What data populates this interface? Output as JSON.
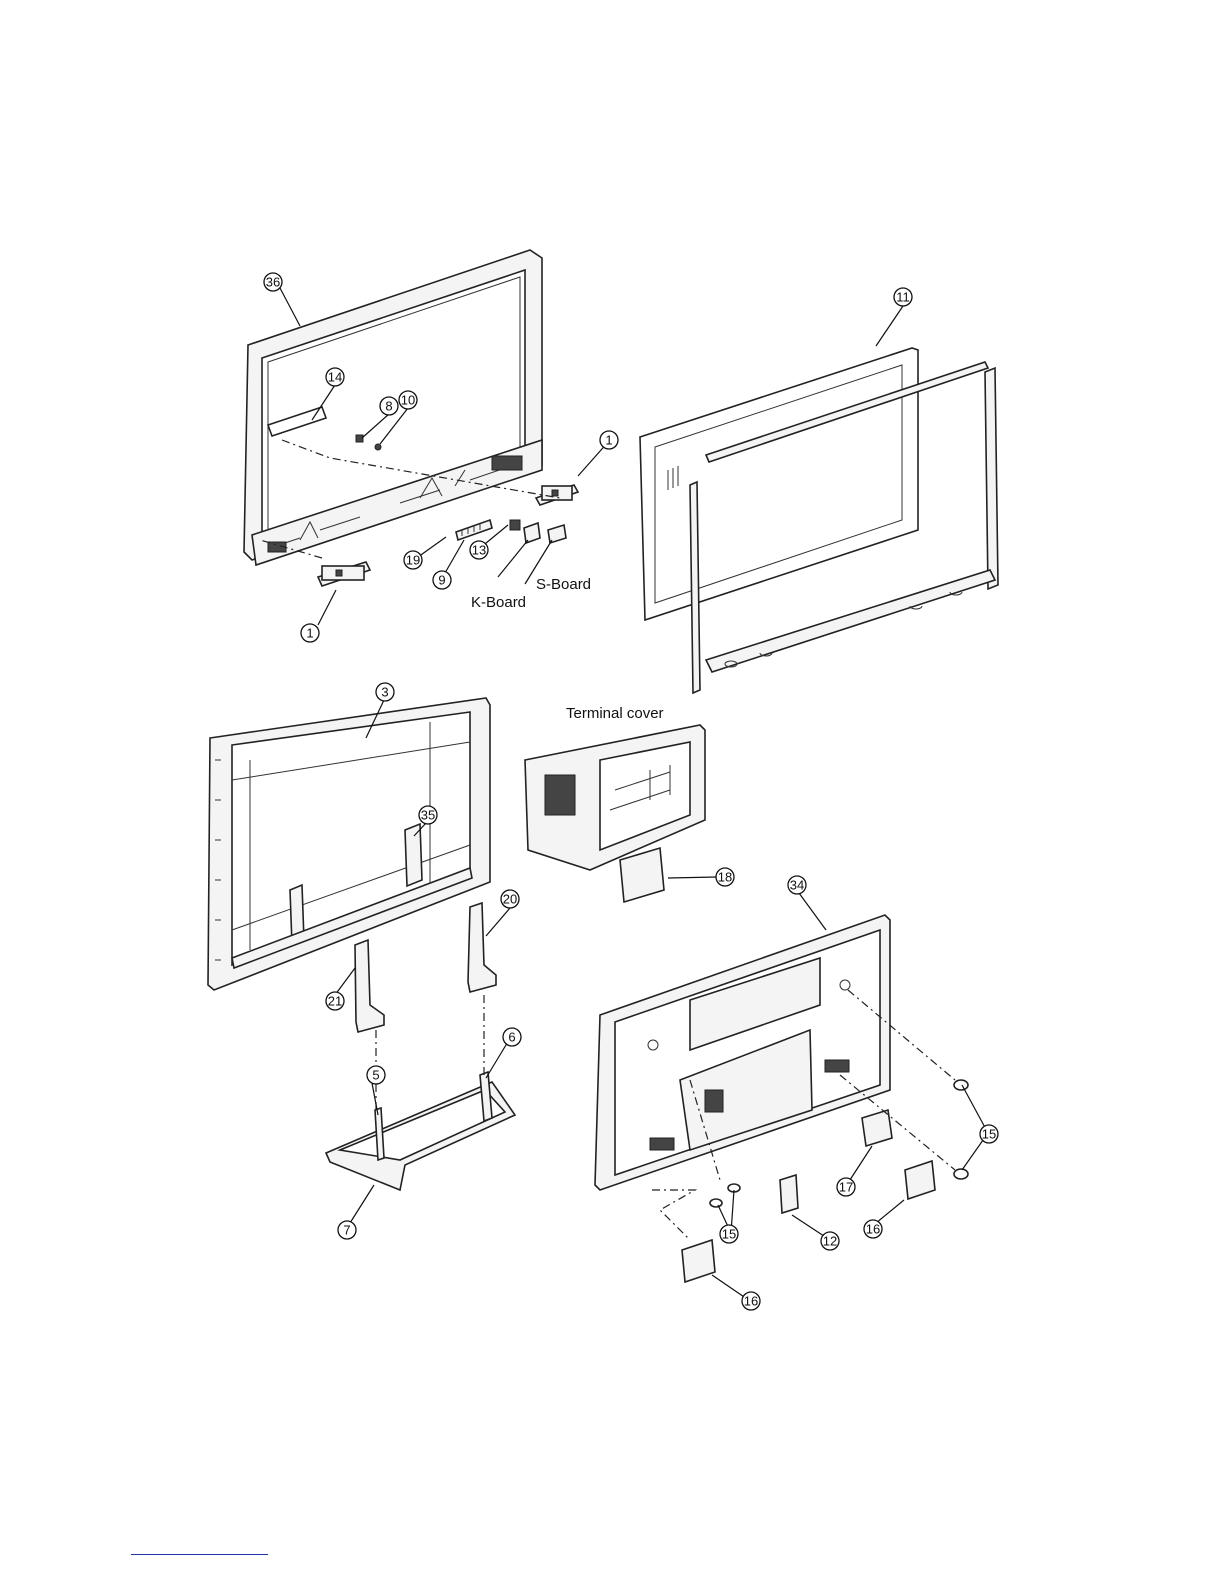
{
  "callouts": [
    {
      "id": "c36",
      "text": "36"
    },
    {
      "id": "c14",
      "text": "14"
    },
    {
      "id": "c8",
      "text": "8"
    },
    {
      "id": "c10",
      "text": "10"
    },
    {
      "id": "c1a",
      "text": "1"
    },
    {
      "id": "c1b",
      "text": "1"
    },
    {
      "id": "c19",
      "text": "19"
    },
    {
      "id": "c9",
      "text": "9"
    },
    {
      "id": "c13",
      "text": "13"
    },
    {
      "id": "c11",
      "text": "11"
    },
    {
      "id": "c3",
      "text": "3"
    },
    {
      "id": "c35",
      "text": "35"
    },
    {
      "id": "c20",
      "text": "20"
    },
    {
      "id": "c21",
      "text": "21"
    },
    {
      "id": "c18",
      "text": "18"
    },
    {
      "id": "c34",
      "text": "34"
    },
    {
      "id": "c5",
      "text": "5"
    },
    {
      "id": "c6",
      "text": "6"
    },
    {
      "id": "c7",
      "text": "7"
    },
    {
      "id": "c15a",
      "text": "15"
    },
    {
      "id": "c15b",
      "text": "15"
    },
    {
      "id": "c17",
      "text": "17"
    },
    {
      "id": "c16a",
      "text": "16"
    },
    {
      "id": "c16b",
      "text": "16"
    },
    {
      "id": "c12",
      "text": "12"
    }
  ],
  "labels": {
    "s_board": "S-Board",
    "k_board": "K-Board",
    "terminal_cover": "Terminal cover"
  }
}
